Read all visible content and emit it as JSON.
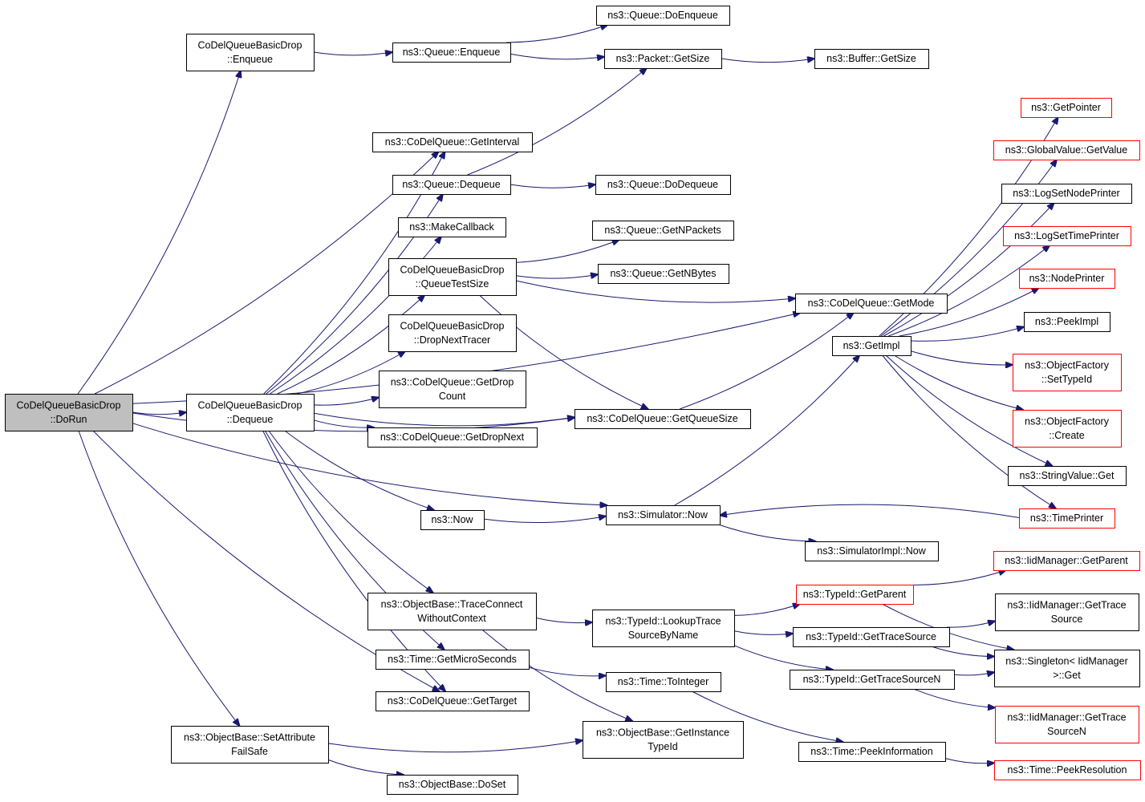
{
  "colors": {
    "edge": "#191970",
    "node_border": "#000000",
    "truncated_border": "#ff0000",
    "root_fill": "#bfbfbf",
    "node_fill": "#ffffff"
  },
  "nodes": {
    "dorun": {
      "lines": [
        "CoDelQueueBasicDrop",
        "::DoRun"
      ],
      "style": "root"
    },
    "enqueue_test": {
      "lines": [
        "CoDelQueueBasicDrop",
        "::Enqueue"
      ]
    },
    "dequeue_test": {
      "lines": [
        "CoDelQueueBasicDrop",
        "::Dequeue"
      ]
    },
    "setattr": {
      "lines": [
        "ns3::ObjectBase::SetAttribute",
        "FailSafe"
      ]
    },
    "queue_enqueue": {
      "lines": [
        "ns3::Queue::Enqueue"
      ]
    },
    "getinterval": {
      "lines": [
        "ns3::CoDelQueue::GetInterval"
      ]
    },
    "queue_dequeue": {
      "lines": [
        "ns3::Queue::Dequeue"
      ]
    },
    "makecallback": {
      "lines": [
        "ns3::MakeCallback"
      ]
    },
    "queuetestsize": {
      "lines": [
        "CoDelQueueBasicDrop",
        "::QueueTestSize"
      ]
    },
    "dropnexttracer": {
      "lines": [
        "CoDelQueueBasicDrop",
        "::DropNextTracer"
      ]
    },
    "getdropcount": {
      "lines": [
        "ns3::CoDelQueue::GetDrop",
        "Count"
      ]
    },
    "getdropnext": {
      "lines": [
        "ns3::CoDelQueue::GetDropNext"
      ]
    },
    "ns3now": {
      "lines": [
        "ns3::Now"
      ]
    },
    "traceconnect": {
      "lines": [
        "ns3::ObjectBase::TraceConnect",
        "WithoutContext"
      ]
    },
    "getmicroseconds": {
      "lines": [
        "ns3::Time::GetMicroSeconds"
      ]
    },
    "gettarget": {
      "lines": [
        "ns3::CoDelQueue::GetTarget"
      ]
    },
    "doset": {
      "lines": [
        "ns3::ObjectBase::DoSet"
      ]
    },
    "doenqueue": {
      "lines": [
        "ns3::Queue::DoEnqueue"
      ]
    },
    "packet_getsize": {
      "lines": [
        "ns3::Packet::GetSize"
      ]
    },
    "dodequeue": {
      "lines": [
        "ns3::Queue::DoDequeue"
      ]
    },
    "getnpackets": {
      "lines": [
        "ns3::Queue::GetNPackets"
      ]
    },
    "getnbytes": {
      "lines": [
        "ns3::Queue::GetNBytes"
      ]
    },
    "getqueuesize": {
      "lines": [
        "ns3::CoDelQueue::GetQueueSize"
      ]
    },
    "sim_now": {
      "lines": [
        "ns3::Simulator::Now"
      ]
    },
    "lookuptrace": {
      "lines": [
        "ns3::TypeId::LookupTrace",
        "SourceByName"
      ]
    },
    "tointeger": {
      "lines": [
        "ns3::Time::ToInteger"
      ]
    },
    "getinstancetypeid": {
      "lines": [
        "ns3::ObjectBase::GetInstance",
        "TypeId"
      ]
    },
    "buffer_getsize": {
      "lines": [
        "ns3::Buffer::GetSize"
      ]
    },
    "getmode": {
      "lines": [
        "ns3::CoDelQueue::GetMode"
      ]
    },
    "getimpl": {
      "lines": [
        "ns3::GetImpl"
      ]
    },
    "simimpl_now": {
      "lines": [
        "ns3::SimulatorImpl::Now"
      ]
    },
    "typeid_getparent": {
      "lines": [
        "ns3::TypeId::GetParent"
      ],
      "style": "truncated"
    },
    "gettracesource": {
      "lines": [
        "ns3::TypeId::GetTraceSource"
      ]
    },
    "gettracesourcen": {
      "lines": [
        "ns3::TypeId::GetTraceSourceN"
      ]
    },
    "peekinformation": {
      "lines": [
        "ns3::Time::PeekInformation"
      ]
    },
    "getpointer": {
      "lines": [
        "ns3::GetPointer"
      ],
      "style": "truncated"
    },
    "globalvalue_getvalue": {
      "lines": [
        "ns3::GlobalValue::GetValue"
      ],
      "style": "truncated"
    },
    "logsetnodeprinter": {
      "lines": [
        "ns3::LogSetNodePrinter"
      ]
    },
    "logsettimeprinter": {
      "lines": [
        "ns3::LogSetTimePrinter"
      ],
      "style": "truncated"
    },
    "nodeprinter": {
      "lines": [
        "ns3::NodePrinter"
      ],
      "style": "truncated"
    },
    "peekimpl": {
      "lines": [
        "ns3::PeekImpl"
      ]
    },
    "of_settypeid": {
      "lines": [
        "ns3::ObjectFactory",
        "::SetTypeId"
      ],
      "style": "truncated"
    },
    "of_create": {
      "lines": [
        "ns3::ObjectFactory",
        "::Create"
      ],
      "style": "truncated"
    },
    "stringvalue_get": {
      "lines": [
        "ns3::StringValue::Get"
      ]
    },
    "timeprinter": {
      "lines": [
        "ns3::TimePrinter"
      ],
      "style": "truncated"
    },
    "iid_getparent": {
      "lines": [
        "ns3::IidManager::GetParent"
      ],
      "style": "truncated"
    },
    "iid_gettracesource": {
      "lines": [
        "ns3::IidManager::GetTrace",
        "Source"
      ]
    },
    "singleton_get": {
      "lines": [
        "ns3::Singleton< IidManager",
        " >::Get"
      ]
    },
    "iid_gettracesourcen": {
      "lines": [
        "ns3::IidManager::GetTrace",
        "SourceN"
      ],
      "style": "truncated"
    },
    "peekresolution": {
      "lines": [
        "ns3::Time::PeekResolution"
      ],
      "style": "truncated"
    }
  },
  "edges": [
    [
      "dorun",
      "enqueue_test"
    ],
    [
      "dorun",
      "getmode"
    ],
    [
      "dorun",
      "getinterval"
    ],
    [
      "dorun",
      "dequeue_test"
    ],
    [
      "dorun",
      "getqueuesize"
    ],
    [
      "dorun",
      "sim_now"
    ],
    [
      "dorun",
      "gettarget"
    ],
    [
      "dorun",
      "setattr"
    ],
    [
      "enqueue_test",
      "queue_enqueue"
    ],
    [
      "queue_enqueue",
      "doenqueue"
    ],
    [
      "queue_enqueue",
      "packet_getsize"
    ],
    [
      "packet_getsize",
      "buffer_getsize"
    ],
    [
      "dequeue_test",
      "getinterval"
    ],
    [
      "dequeue_test",
      "queue_dequeue"
    ],
    [
      "dequeue_test",
      "makecallback"
    ],
    [
      "dequeue_test",
      "queuetestsize"
    ],
    [
      "dequeue_test",
      "dropnexttracer"
    ],
    [
      "dequeue_test",
      "getdropcount"
    ],
    [
      "dequeue_test",
      "getdropnext"
    ],
    [
      "dequeue_test",
      "getqueuesize"
    ],
    [
      "dequeue_test",
      "ns3now"
    ],
    [
      "dequeue_test",
      "traceconnect"
    ],
    [
      "dequeue_test",
      "getmicroseconds"
    ],
    [
      "dequeue_test",
      "gettarget"
    ],
    [
      "queue_dequeue",
      "packet_getsize"
    ],
    [
      "queue_dequeue",
      "dodequeue"
    ],
    [
      "queuetestsize",
      "getnpackets"
    ],
    [
      "queuetestsize",
      "getnbytes"
    ],
    [
      "queuetestsize",
      "getmode"
    ],
    [
      "queuetestsize",
      "getqueuesize"
    ],
    [
      "getqueuesize",
      "getmode"
    ],
    [
      "ns3now",
      "sim_now"
    ],
    [
      "sim_now",
      "getimpl"
    ],
    [
      "sim_now",
      "simimpl_now"
    ],
    [
      "timeprinter",
      "sim_now"
    ],
    [
      "getimpl",
      "getpointer"
    ],
    [
      "getimpl",
      "globalvalue_getvalue"
    ],
    [
      "getimpl",
      "logsetnodeprinter"
    ],
    [
      "getimpl",
      "logsettimeprinter"
    ],
    [
      "getimpl",
      "nodeprinter"
    ],
    [
      "getimpl",
      "peekimpl"
    ],
    [
      "getimpl",
      "of_settypeid"
    ],
    [
      "getimpl",
      "of_create"
    ],
    [
      "getimpl",
      "stringvalue_get"
    ],
    [
      "getimpl",
      "timeprinter"
    ],
    [
      "traceconnect",
      "lookuptrace"
    ],
    [
      "traceconnect",
      "getinstancetypeid"
    ],
    [
      "lookuptrace",
      "typeid_getparent"
    ],
    [
      "lookuptrace",
      "gettracesource"
    ],
    [
      "lookuptrace",
      "gettracesourcen"
    ],
    [
      "typeid_getparent",
      "iid_getparent"
    ],
    [
      "typeid_getparent",
      "singleton_get"
    ],
    [
      "gettracesource",
      "iid_gettracesource"
    ],
    [
      "gettracesource",
      "singleton_get"
    ],
    [
      "gettracesourcen",
      "singleton_get"
    ],
    [
      "gettracesourcen",
      "iid_gettracesourcen"
    ],
    [
      "getmicroseconds",
      "tointeger"
    ],
    [
      "tointeger",
      "peekinformation"
    ],
    [
      "peekinformation",
      "peekresolution"
    ],
    [
      "setattr",
      "getinstancetypeid"
    ],
    [
      "setattr",
      "doset"
    ]
  ]
}
